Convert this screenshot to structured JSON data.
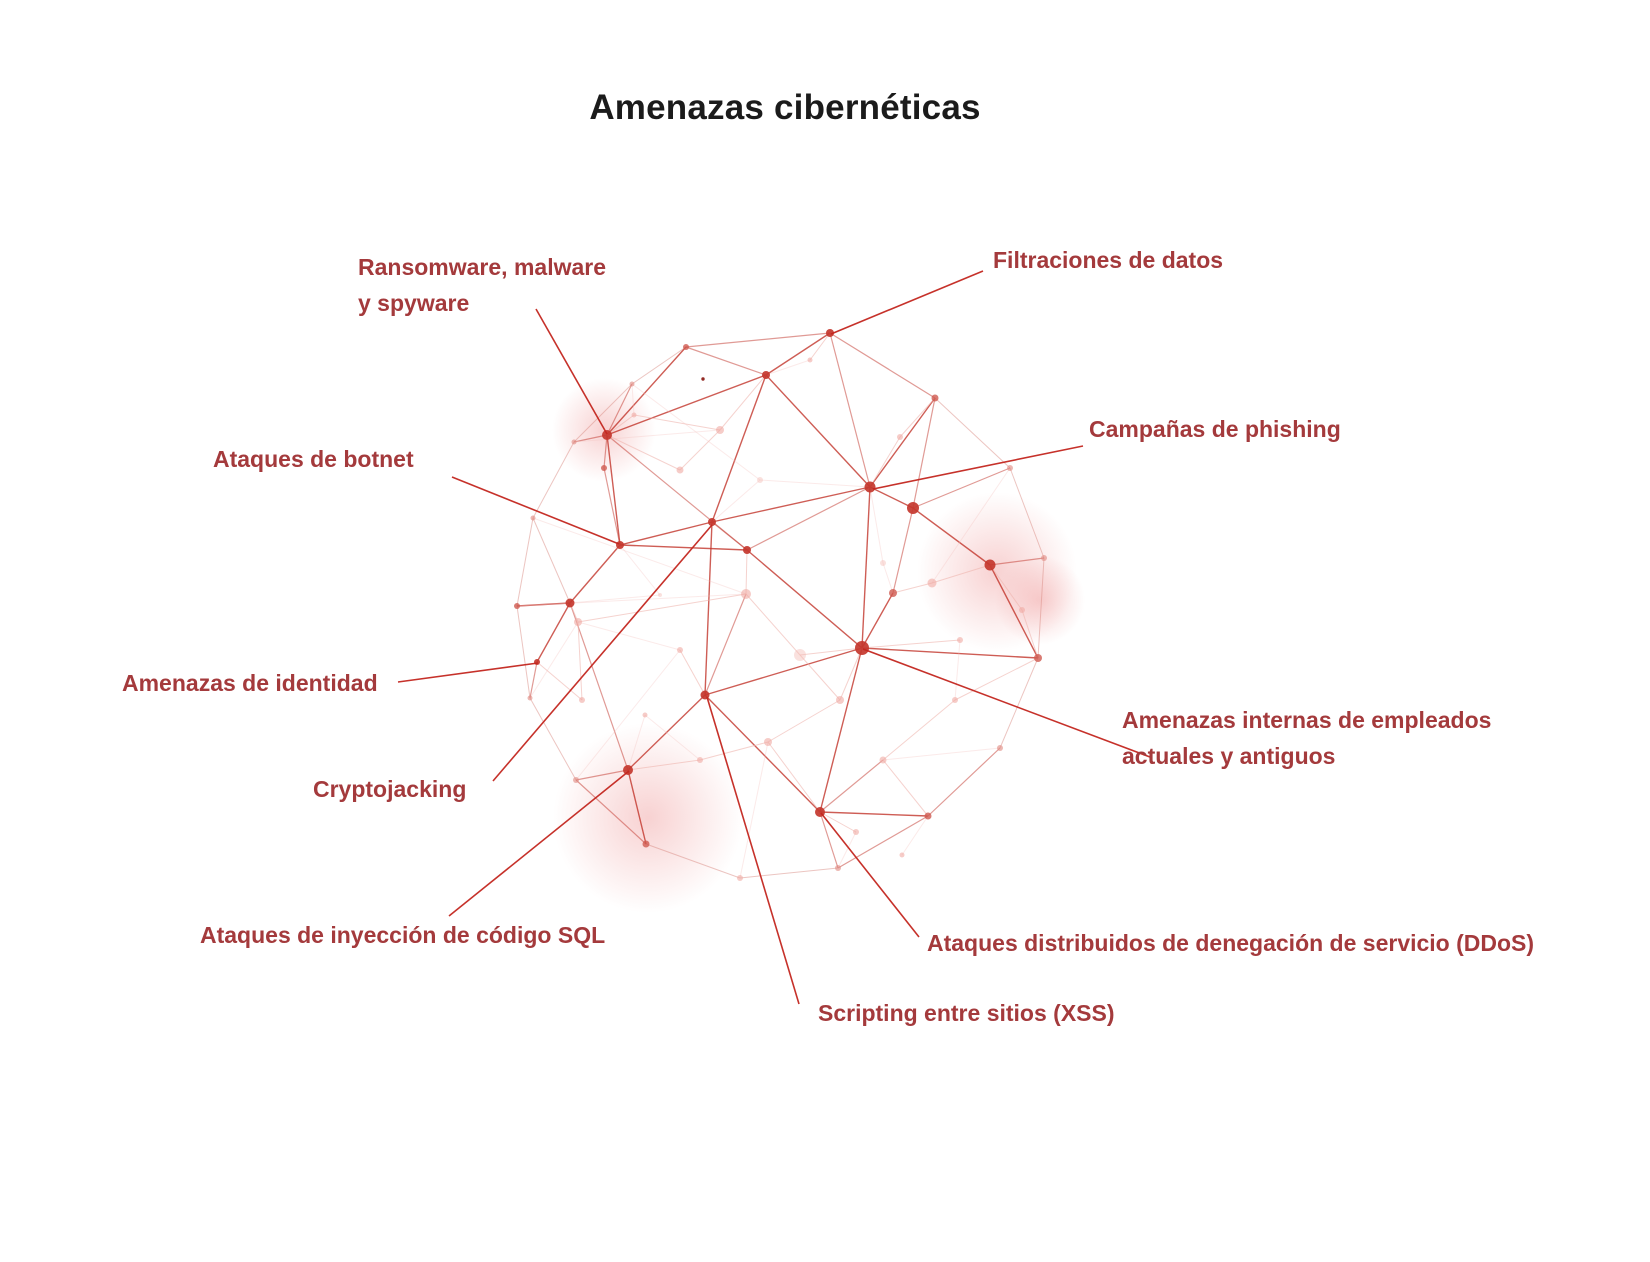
{
  "page": {
    "title": "Amenazas cibernéticas"
  },
  "colors": {
    "title": "#1b1b1b",
    "label": "#a43a3c",
    "leader_line": "#c3261f",
    "node_strong": "#c4372e",
    "node_medium": "#cf5a50",
    "node_light": "#f0aaa4",
    "edge_strong": "#c2352b",
    "edge_light": "#eeb4ae",
    "glow": "#ef9a9a"
  },
  "labels": [
    {
      "id": "ransomware",
      "text": "Ransomware, malware\ny spyware"
    },
    {
      "id": "data-breaches",
      "text": "Filtraciones de datos"
    },
    {
      "id": "botnet",
      "text": "Ataques de botnet"
    },
    {
      "id": "phishing",
      "text": "Campañas de phishing"
    },
    {
      "id": "identity",
      "text": "Amenazas de identidad"
    },
    {
      "id": "insider",
      "text": "Amenazas internas de empleados\nactuales y antiguos"
    },
    {
      "id": "cryptojacking",
      "text": "Cryptojacking"
    },
    {
      "id": "sql-injection",
      "text": "Ataques de inyección de código SQL"
    },
    {
      "id": "ddos",
      "text": "Ataques distribuidos de denegación de servicio (DDoS)"
    },
    {
      "id": "xss",
      "text": "Scripting entre sitios (XSS)"
    }
  ]
}
